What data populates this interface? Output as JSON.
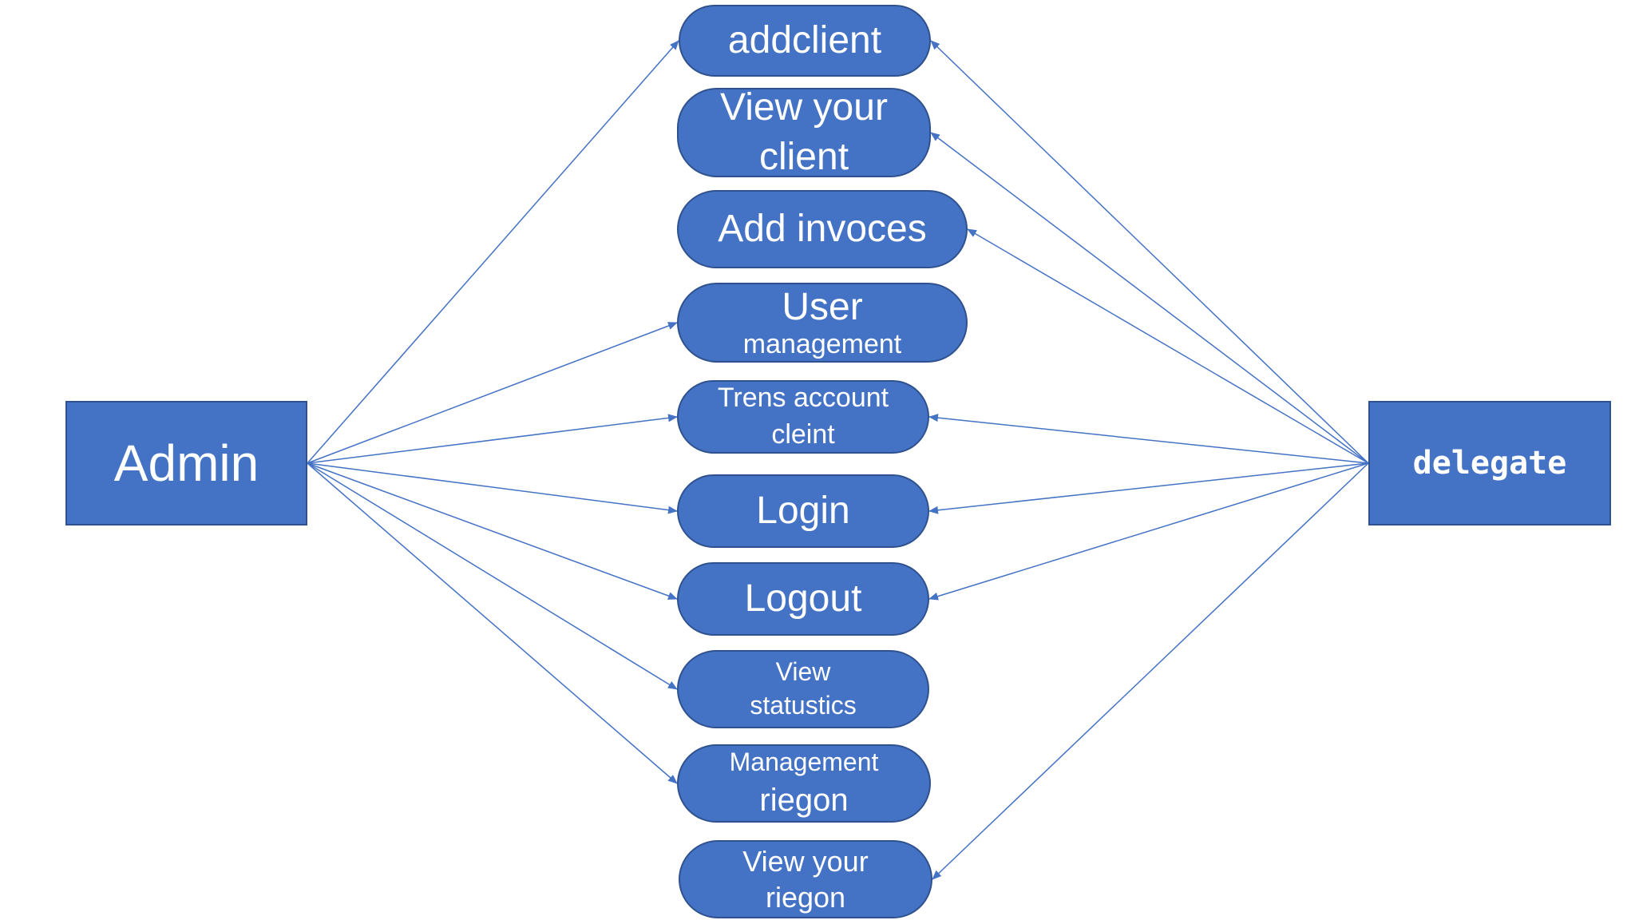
{
  "diagram": {
    "actors": {
      "admin": "Admin",
      "delegate": "delegate"
    },
    "use_cases": [
      {
        "id": "addclient",
        "lines": [
          "addclient"
        ]
      },
      {
        "id": "view-your-client",
        "lines": [
          "View your",
          "client"
        ]
      },
      {
        "id": "add-invoces",
        "lines": [
          "Add invoces"
        ]
      },
      {
        "id": "user-management",
        "lines": [
          "User",
          "management"
        ]
      },
      {
        "id": "trens-account",
        "lines": [
          "Trens account",
          "cleint"
        ]
      },
      {
        "id": "login",
        "lines": [
          "Login"
        ]
      },
      {
        "id": "logout",
        "lines": [
          "Logout"
        ]
      },
      {
        "id": "view-statustics",
        "lines": [
          "View",
          "statustics"
        ]
      },
      {
        "id": "management-riegon",
        "lines": [
          "Management",
          "riegon"
        ]
      },
      {
        "id": "view-your-riegon",
        "lines": [
          "View your",
          "riegon"
        ]
      }
    ],
    "associations": [
      {
        "from": "admin",
        "to": "addclient"
      },
      {
        "from": "admin",
        "to": "user-management"
      },
      {
        "from": "admin",
        "to": "trens-account"
      },
      {
        "from": "admin",
        "to": "login"
      },
      {
        "from": "admin",
        "to": "logout"
      },
      {
        "from": "admin",
        "to": "view-statustics"
      },
      {
        "from": "admin",
        "to": "management-riegon"
      },
      {
        "from": "delegate",
        "to": "addclient"
      },
      {
        "from": "delegate",
        "to": "view-your-client"
      },
      {
        "from": "delegate",
        "to": "add-invoces"
      },
      {
        "from": "delegate",
        "to": "trens-account"
      },
      {
        "from": "delegate",
        "to": "login"
      },
      {
        "from": "delegate",
        "to": "logout"
      },
      {
        "from": "delegate",
        "to": "view-your-riegon"
      }
    ],
    "colors": {
      "shape_fill": "#4472C4",
      "shape_border": "#2F528F",
      "edge": "#4472C4",
      "text": "#FFFFFF"
    }
  }
}
